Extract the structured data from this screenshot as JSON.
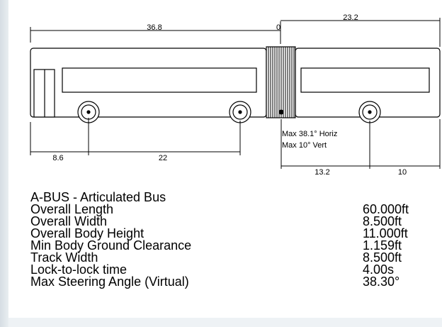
{
  "drawing": {
    "dimensions": {
      "front_section_length": "36.8",
      "joint_offset": "0",
      "rear_section_length": "23.2",
      "front_overhang": "8.6",
      "front_wheelbase": "22",
      "joint_to_rear_axle": "13.2",
      "rear_overhang": "10"
    },
    "articulation_note": {
      "horizontal": "Max 38.1° Horiz",
      "vertical": "Max 10° Vert"
    }
  },
  "specs": {
    "title": "A-BUS - Articulated Bus",
    "rows": [
      {
        "label": "Overall Length",
        "value": "60.000ft"
      },
      {
        "label": "Overall Width",
        "value": "8.500ft"
      },
      {
        "label": "Overall Body Height",
        "value": "11.000ft"
      },
      {
        "label": "Min Body Ground Clearance",
        "value": "1.159ft"
      },
      {
        "label": "Track Width",
        "value": "8.500ft"
      },
      {
        "label": "Lock-to-lock time",
        "value": "4.00s"
      },
      {
        "label": "Max Steering Angle (Virtual)",
        "value": "38.30°"
      }
    ]
  }
}
